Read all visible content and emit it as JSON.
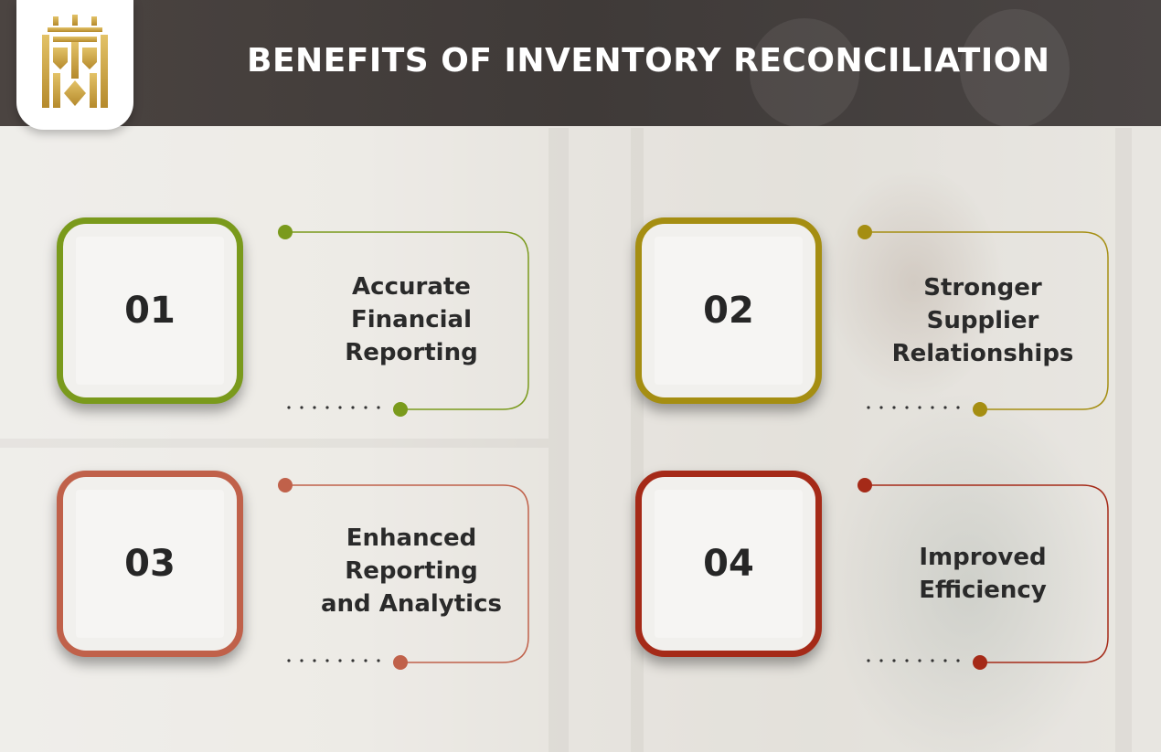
{
  "header": {
    "title": "BENEFITS OF INVENTORY RECONCILIATION",
    "logo_icon": "crown-pillar-monogram-icon"
  },
  "benefits": [
    {
      "number": "01",
      "lines": [
        "Accurate",
        "Financial",
        "Reporting"
      ],
      "color": "#7a9a1c"
    },
    {
      "number": "02",
      "lines": [
        "Stronger",
        "Supplier",
        "Relationships"
      ],
      "color": "#a58e12"
    },
    {
      "number": "03",
      "lines": [
        "Enhanced",
        "Reporting",
        "and Analytics"
      ],
      "color": "#c0614a"
    },
    {
      "number": "04",
      "lines": [
        "Improved",
        "Efficiency"
      ],
      "color": "#a52a18"
    }
  ]
}
